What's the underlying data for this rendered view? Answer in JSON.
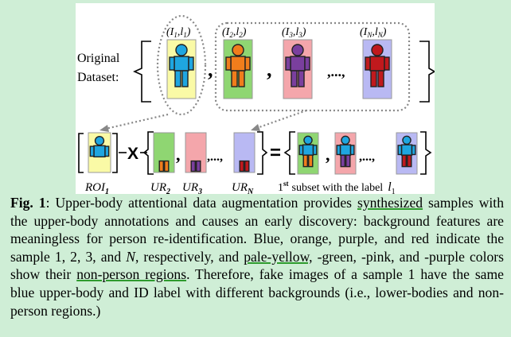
{
  "figure": {
    "dataset_label_line1": "Original",
    "dataset_label_line2": "Dataset:",
    "samples": [
      {
        "sub1": "1",
        "sub2": "1",
        "body_color": "#1fa6e0",
        "bg_color": "#fafaa6"
      },
      {
        "sub1": "2",
        "sub2": "2",
        "body_color": "#f07d1c",
        "bg_color": "#8fd672"
      },
      {
        "sub1": "3",
        "sub2": "3",
        "body_color": "#7a3f9e",
        "bg_color": "#ffffff"
      },
      {
        "sub1": "N",
        "sub2": "N",
        "body_color": "#c0191d",
        "bg_color": "#b9b9f3"
      }
    ],
    "ellipsis": ",...,",
    "comma": ",",
    "times_sign": "X",
    "equals_sign": "=",
    "roi_label": "ROI",
    "roi_sub": "1",
    "ur_label": "UR",
    "ur_subs": [
      "2",
      "3",
      "N"
    ],
    "subset_ordinal": "1",
    "subset_sup": "st",
    "subset_text": "subset with the label",
    "subset_label": "l",
    "subset_label_sub": "1",
    "pink_bg": "#f4a6ab"
  },
  "caption": {
    "fig_label": "Fig. 1",
    "t1": ": Upper-body attentional data augmentation provides ",
    "u1": "synthesized",
    "t2": " samples with the upper-body annotations and causes an early discovery: background features are meaningless for person re-identification. Blue, orange, purple, and red indicate the sample 1, 2, 3, and ",
    "n": "N",
    "t3": ", respectively, and ",
    "u2": "pale-yellow,",
    "t4": " -green, -pink, and -purple colors show their ",
    "u3": "non-person regions",
    "t5": ". Therefore, fake images of a sample 1 have the same blue upper-body and ID label with different backgrounds (i.e., lower-bodies and non-person regions.)"
  }
}
